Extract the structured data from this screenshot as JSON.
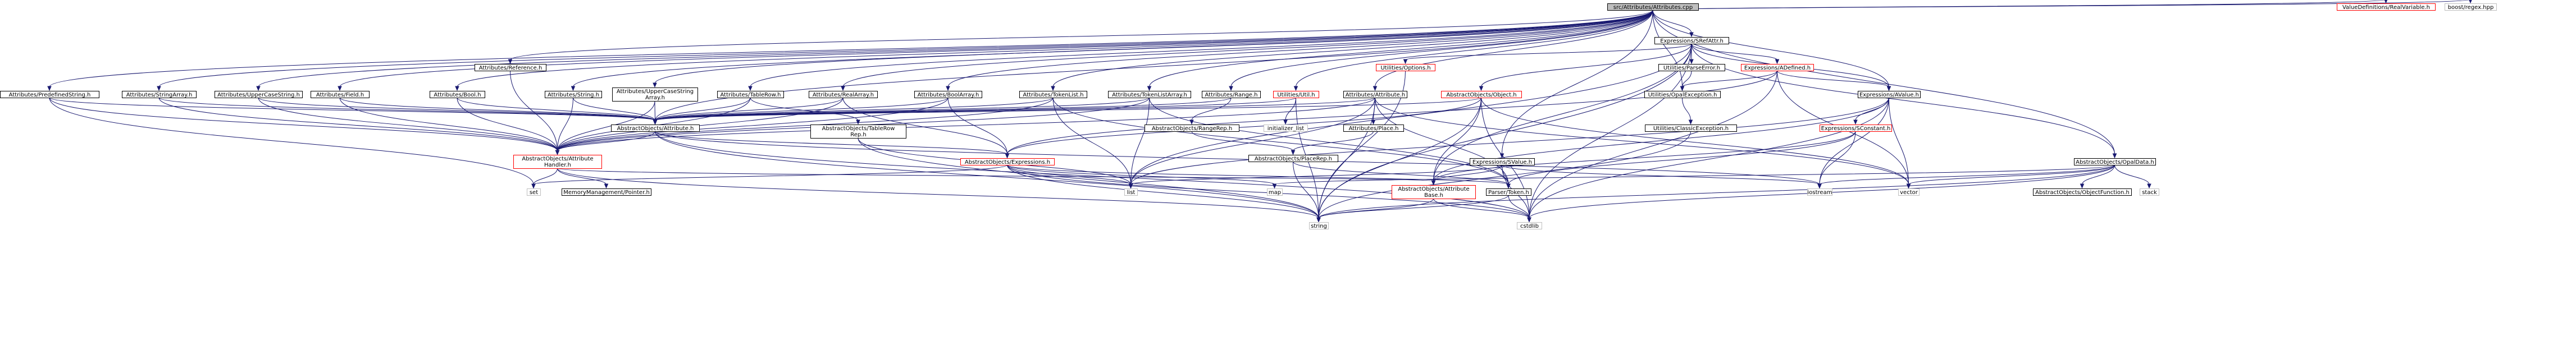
{
  "diagram": {
    "kind": "include-dependency-graph",
    "colors": {
      "root_fill": "#bfbfbf",
      "node_fill": "#ffffff",
      "border_default": "#000000",
      "border_red": "#ff0000",
      "border_grey": "#bfbfbf",
      "edge": "#191970"
    },
    "nodes": {
      "root": {
        "lines": [
          "src/Attributes/Attributes.cpp"
        ],
        "style": "root"
      },
      "pred": {
        "lines": [
          "Attributes/PredefinedString.h"
        ],
        "style": "default"
      },
      "strarr": {
        "lines": [
          "Attributes/StringArray.h"
        ],
        "style": "default"
      },
      "upcstr": {
        "lines": [
          "Attributes/UpperCaseString.h"
        ],
        "style": "default"
      },
      "field": {
        "lines": [
          "Attributes/Field.h"
        ],
        "style": "default"
      },
      "ref": {
        "lines": [
          "Attributes/Reference.h"
        ],
        "style": "default"
      },
      "boolh": {
        "lines": [
          "Attributes/Bool.h"
        ],
        "style": "default"
      },
      "string": {
        "lines": [
          "Attributes/String.h"
        ],
        "style": "default"
      },
      "upcarr": {
        "lines": [
          "Attributes/UpperCaseString",
          "Array.h"
        ],
        "style": "default"
      },
      "tabrow": {
        "lines": [
          "Attributes/TableRow.h"
        ],
        "style": "default"
      },
      "realarr": {
        "lines": [
          "Attributes/RealArray.h"
        ],
        "style": "default"
      },
      "boolarr": {
        "lines": [
          "Attributes/BoolArray.h"
        ],
        "style": "default"
      },
      "toklist": {
        "lines": [
          "Attributes/TokenList.h"
        ],
        "style": "default"
      },
      "toklistarr": {
        "lines": [
          "Attributes/TokenListArray.h"
        ],
        "style": "default"
      },
      "range": {
        "lines": [
          "Attributes/Range.h"
        ],
        "style": "default"
      },
      "util": {
        "lines": [
          "Utilities/Util.h"
        ],
        "style": "red"
      },
      "attribh": {
        "lines": [
          "Attributes/Attribute.h"
        ],
        "style": "default"
      },
      "place": {
        "lines": [
          "Attributes/Place.h"
        ],
        "style": "default"
      },
      "abattr": {
        "lines": [
          "AbstractObjects/Attribute.h"
        ],
        "style": "default"
      },
      "abhandler": {
        "lines": [
          "AbstractObjects/Attribute",
          "Handler.h"
        ],
        "style": "red"
      },
      "abtabrep": {
        "lines": [
          "AbstractObjects/TableRow",
          "Rep.h"
        ],
        "style": "default"
      },
      "abrangerep": {
        "lines": [
          "AbstractObjects/RangeRep.h"
        ],
        "style": "default"
      },
      "abplacerep": {
        "lines": [
          "AbstractObjects/PlaceRep.h"
        ],
        "style": "default"
      },
      "initlist": {
        "lines": [
          "initializer_list"
        ],
        "style": "grey"
      },
      "abexpr": {
        "lines": [
          "AbstractObjects/Expressions.h"
        ],
        "style": "red"
      },
      "setn": {
        "lines": [
          "set"
        ],
        "style": "grey"
      },
      "mmptr": {
        "lines": [
          "MemoryManagement/Pointer.h"
        ],
        "style": "default"
      },
      "listn": {
        "lines": [
          "list"
        ],
        "style": "grey"
      },
      "stringn": {
        "lines": [
          "string"
        ],
        "style": "grey"
      },
      "cstdlib": {
        "lines": [
          "cstdlib"
        ],
        "style": "grey"
      },
      "mapn": {
        "lines": [
          "map"
        ],
        "style": "grey"
      },
      "esvalue": {
        "lines": [
          "Expressions/SValue.h"
        ],
        "style": "default"
      },
      "abattrbase": {
        "lines": [
          "AbstractObjects/Attribute",
          "Base.h"
        ],
        "style": "red"
      },
      "parser": {
        "lines": [
          "Parser/Token.h"
        ],
        "style": "default"
      },
      "sref": {
        "lines": [
          "Expressions/SRefAttr.h"
        ],
        "style": "default"
      },
      "uopt": {
        "lines": [
          "Utilities/Options.h"
        ],
        "style": "red"
      },
      "uparse": {
        "lines": [
          "Utilities/ParseError.h"
        ],
        "style": "default"
      },
      "abobj": {
        "lines": [
          "AbstractObjects/Object.h"
        ],
        "style": "red"
      },
      "adefined": {
        "lines": [
          "Expressions/ADefined.h"
        ],
        "style": "red"
      },
      "uopal": {
        "lines": [
          "Utilities/OpalException.h"
        ],
        "style": "default"
      },
      "uclassic": {
        "lines": [
          "Utilities/ClassicException.h"
        ],
        "style": "default"
      },
      "avalue": {
        "lines": [
          "Expressions/AValue.h"
        ],
        "style": "default"
      },
      "sconst": {
        "lines": [
          "Expressions/SConstant.h"
        ],
        "style": "red"
      },
      "iostream": {
        "lines": [
          "iostream"
        ],
        "style": "grey"
      },
      "vector": {
        "lines": [
          "vector"
        ],
        "style": "grey"
      },
      "opaldata": {
        "lines": [
          "AbstractObjects/OpalData.h"
        ],
        "style": "default"
      },
      "objfunc": {
        "lines": [
          "AbstractObjects/ObjectFunction.h"
        ],
        "style": "default"
      },
      "stack": {
        "lines": [
          "stack"
        ],
        "style": "grey"
      },
      "valdef": {
        "lines": [
          "ValueDefinitions/RealVariable.h"
        ],
        "style": "red"
      },
      "boost": {
        "lines": [
          "boost/regex.hpp"
        ],
        "style": "grey"
      }
    },
    "edges": [
      [
        "root",
        "pred"
      ],
      [
        "root",
        "strarr"
      ],
      [
        "root",
        "upcstr"
      ],
      [
        "root",
        "field"
      ],
      [
        "root",
        "ref"
      ],
      [
        "root",
        "boolh"
      ],
      [
        "root",
        "string"
      ],
      [
        "root",
        "upcarr"
      ],
      [
        "root",
        "tabrow"
      ],
      [
        "root",
        "realarr"
      ],
      [
        "root",
        "boolarr"
      ],
      [
        "root",
        "toklist"
      ],
      [
        "root",
        "toklistarr"
      ],
      [
        "root",
        "range"
      ],
      [
        "root",
        "util"
      ],
      [
        "root",
        "attribh"
      ],
      [
        "root",
        "abattr"
      ],
      [
        "root",
        "esvalue"
      ],
      [
        "root",
        "sref"
      ],
      [
        "root",
        "avalue"
      ],
      [
        "root",
        "opaldata"
      ],
      [
        "root",
        "uopal"
      ],
      [
        "root",
        "valdef"
      ],
      [
        "root",
        "boost"
      ],
      [
        "pred",
        "abattr"
      ],
      [
        "pred",
        "abhandler"
      ],
      [
        "pred",
        "setn"
      ],
      [
        "strarr",
        "abattr"
      ],
      [
        "strarr",
        "abhandler"
      ],
      [
        "upcstr",
        "abattr"
      ],
      [
        "upcstr",
        "abhandler"
      ],
      [
        "field",
        "abattr"
      ],
      [
        "field",
        "abhandler"
      ],
      [
        "ref",
        "abhandler"
      ],
      [
        "boolh",
        "abattr"
      ],
      [
        "boolh",
        "abhandler"
      ],
      [
        "string",
        "abattr"
      ],
      [
        "string",
        "abhandler"
      ],
      [
        "upcarr",
        "abattr"
      ],
      [
        "upcarr",
        "abhandler"
      ],
      [
        "tabrow",
        "abattr"
      ],
      [
        "tabrow",
        "abhandler"
      ],
      [
        "tabrow",
        "abtabrep"
      ],
      [
        "realarr",
        "abattr"
      ],
      [
        "realarr",
        "abhandler"
      ],
      [
        "realarr",
        "abexpr"
      ],
      [
        "boolarr",
        "abattr"
      ],
      [
        "boolarr",
        "abhandler"
      ],
      [
        "boolarr",
        "abexpr"
      ],
      [
        "toklist",
        "abattr"
      ],
      [
        "toklist",
        "abhandler"
      ],
      [
        "toklist",
        "parser"
      ],
      [
        "toklist",
        "listn"
      ],
      [
        "toklistarr",
        "abattr"
      ],
      [
        "toklistarr",
        "abhandler"
      ],
      [
        "toklistarr",
        "parser"
      ],
      [
        "toklistarr",
        "listn"
      ],
      [
        "range",
        "abattr"
      ],
      [
        "range",
        "abrangerep"
      ],
      [
        "util",
        "abattr"
      ],
      [
        "util",
        "initlist"
      ],
      [
        "util",
        "stringn"
      ],
      [
        "attribh",
        "abattr"
      ],
      [
        "attribh",
        "place"
      ],
      [
        "attribh",
        "abhandler"
      ],
      [
        "attribh",
        "listn"
      ],
      [
        "attribh",
        "parser"
      ],
      [
        "attribh",
        "stringn"
      ],
      [
        "attribh",
        "vector"
      ],
      [
        "place",
        "abplacerep"
      ],
      [
        "abattr",
        "abhandler"
      ],
      [
        "abattr",
        "abexpr"
      ],
      [
        "abattr",
        "stringn"
      ],
      [
        "abattr",
        "cstdlib"
      ],
      [
        "abattr",
        "iostream"
      ],
      [
        "abhandler",
        "setn"
      ],
      [
        "abhandler",
        "mmptr"
      ],
      [
        "abhandler",
        "abattrbase"
      ],
      [
        "abhandler",
        "stringn"
      ],
      [
        "abtabrep",
        "listn"
      ],
      [
        "abtabrep",
        "stringn"
      ],
      [
        "abrangerep",
        "abplacerep"
      ],
      [
        "abplacerep",
        "stringn"
      ],
      [
        "abplacerep",
        "parser"
      ],
      [
        "abexpr",
        "setn"
      ],
      [
        "abexpr",
        "listn"
      ],
      [
        "abexpr",
        "stringn"
      ],
      [
        "abexpr",
        "mapn"
      ],
      [
        "abexpr",
        "cstdlib"
      ],
      [
        "abexpr",
        "parser"
      ],
      [
        "esvalue",
        "listn"
      ],
      [
        "esvalue",
        "abattrbase"
      ],
      [
        "esvalue",
        "parser"
      ],
      [
        "esvalue",
        "cstdlib"
      ],
      [
        "esvalue",
        "iostream"
      ],
      [
        "abattrbase",
        "stringn"
      ],
      [
        "abattrbase",
        "cstdlib"
      ],
      [
        "parser",
        "stringn"
      ],
      [
        "parser",
        "cstdlib"
      ],
      [
        "sref",
        "uopt"
      ],
      [
        "sref",
        "uparse"
      ],
      [
        "sref",
        "abobj"
      ],
      [
        "sref",
        "adefined"
      ],
      [
        "sref",
        "avalue"
      ],
      [
        "sref",
        "opaldata"
      ],
      [
        "sref",
        "abattrbase"
      ],
      [
        "sref",
        "listn"
      ],
      [
        "sref",
        "stringn"
      ],
      [
        "sref",
        "cstdlib"
      ],
      [
        "uopt",
        "stringn"
      ],
      [
        "uparse",
        "uopal"
      ],
      [
        "uopal",
        "uclassic"
      ],
      [
        "uclassic",
        "stringn"
      ],
      [
        "abobj",
        "abattr"
      ],
      [
        "abobj",
        "abexpr"
      ],
      [
        "abobj",
        "abattrbase"
      ],
      [
        "abobj",
        "cstdlib"
      ],
      [
        "abobj",
        "stringn"
      ],
      [
        "abobj",
        "vector"
      ],
      [
        "adefined",
        "abexpr"
      ],
      [
        "adefined",
        "uopal"
      ],
      [
        "adefined",
        "avalue"
      ],
      [
        "adefined",
        "cstdlib"
      ],
      [
        "adefined",
        "vector"
      ],
      [
        "avalue",
        "sconst"
      ],
      [
        "avalue",
        "abattrbase"
      ],
      [
        "avalue",
        "iostream"
      ],
      [
        "avalue",
        "vector"
      ],
      [
        "avalue",
        "listn"
      ],
      [
        "avalue",
        "cstdlib"
      ],
      [
        "sconst",
        "abattrbase"
      ],
      [
        "sconst",
        "parser"
      ],
      [
        "sconst",
        "iostream"
      ],
      [
        "opaldata",
        "mapn"
      ],
      [
        "opaldata",
        "iostream"
      ],
      [
        "opaldata",
        "vector"
      ],
      [
        "opaldata",
        "objfunc"
      ],
      [
        "opaldata",
        "stack"
      ],
      [
        "opaldata",
        "cstdlib"
      ],
      [
        "opaldata",
        "stringn"
      ]
    ]
  }
}
